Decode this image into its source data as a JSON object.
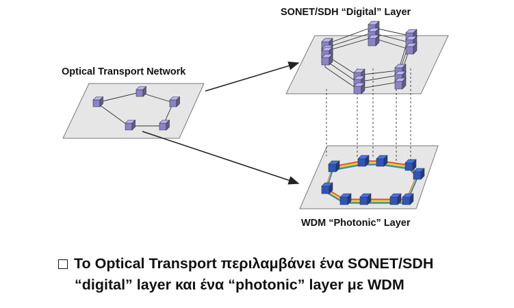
{
  "labels": {
    "otn": "Optical Transport Network",
    "sonet": "SONET/SDH “Digital” Layer",
    "wdm": "WDM “Photonic” Layer"
  },
  "caption": {
    "line1": "To Optical Transport περιλαμβάνει ένα SONET/SDH",
    "line2": "“digital” layer και ένα “photonic” layer με WDM"
  },
  "colors": {
    "plane_fill": "#e6e6e6",
    "node_purple": "#8a84c4",
    "node_blue": "#2f55b8",
    "wdm_band": [
      "#e63a2a",
      "#f29b1f",
      "#f5e23c",
      "#5bbd55",
      "#3b7bd4"
    ]
  }
}
